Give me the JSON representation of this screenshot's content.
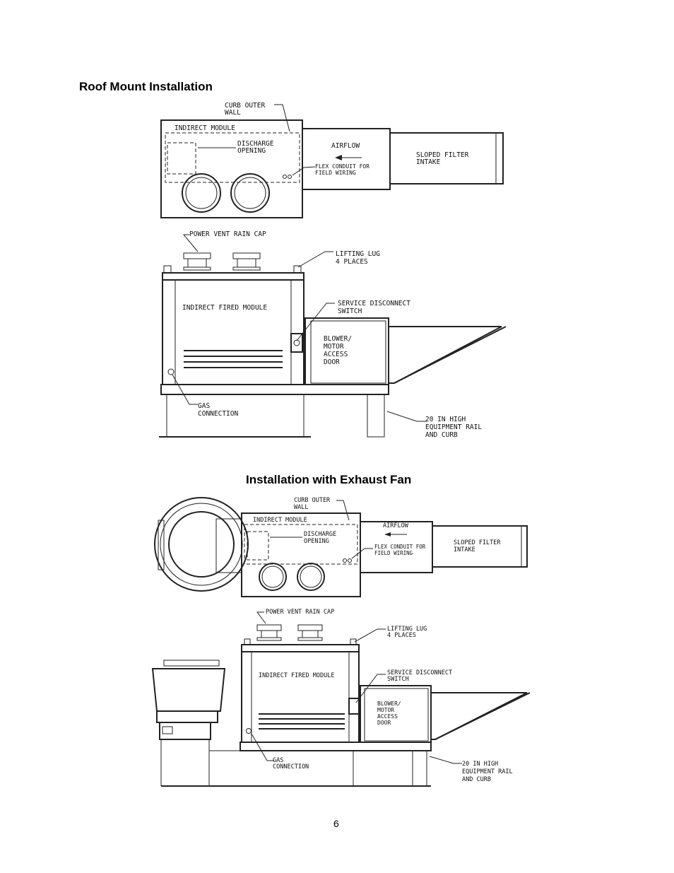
{
  "headings": {
    "roof_mount": "Roof Mount Installation",
    "exhaust_fan": "Installation with Exhaust Fan"
  },
  "page_number": "6",
  "roof_top_view": {
    "curb_outer_wall_1": "CURB OUTER",
    "curb_outer_wall_2": "WALL",
    "indirect_module": "INDIRECT MODULE",
    "discharge_1": "DISCHARGE",
    "discharge_2": "OPENING",
    "airflow": "AIRFLOW",
    "flex_conduit_1": "FLEX CONDUIT FOR",
    "flex_conduit_2": "FIELD WIRING",
    "sloped_filter_1": "SLOPED FILTER",
    "sloped_filter_2": "INTAKE"
  },
  "roof_side_view": {
    "power_vent": "POWER VENT RAIN CAP",
    "lifting_lug_1": "LIFTING LUG",
    "lifting_lug_2": "4 PLACES",
    "indirect_fired": "INDIRECT FIRED MODULE",
    "service_disconnect_1": "SERVICE DISCONNECT",
    "service_disconnect_2": "SWITCH",
    "blower_1": "BLOWER/",
    "blower_2": "MOTOR",
    "blower_3": "ACCESS",
    "blower_4": "DOOR",
    "gas_1": "GAS",
    "gas_2": "CONNECTION",
    "rail_1": "20 IN HIGH",
    "rail_2": "EQUIPMENT RAIL",
    "rail_3": "AND CURB"
  },
  "fan_top_view": {
    "curb_outer_wall_1": "CURB OUTER",
    "curb_outer_wall_2": "WALL",
    "indirect_module": "INDIRECT MODULE",
    "discharge_1": "DISCHARGE",
    "discharge_2": "OPENING",
    "airflow": "AIRFLOW",
    "flex_conduit_1": "FLEX CONDUIT FOR",
    "flex_conduit_2": "FIELD WIRING",
    "sloped_filter_1": "SLOPED FILTER",
    "sloped_filter_2": "INTAKE"
  },
  "fan_side_view": {
    "power_vent": "POWER VENT RAIN CAP",
    "lifting_lug_1": "LIFTING LUG",
    "lifting_lug_2": "4 PLACES",
    "indirect_fired": "INDIRECT FIRED MODULE",
    "service_disconnect_1": "SERVICE DISCONNECT",
    "service_disconnect_2": "SWITCH",
    "blower_1": "BLOWER/",
    "blower_2": "MOTOR",
    "blower_3": "ACCESS",
    "blower_4": "DOOR",
    "gas_1": "GAS",
    "gas_2": "CONNECTION",
    "rail_1": "20 IN HIGH",
    "rail_2": "EQUIPMENT RAIL",
    "rail_3": "AND CURB"
  }
}
